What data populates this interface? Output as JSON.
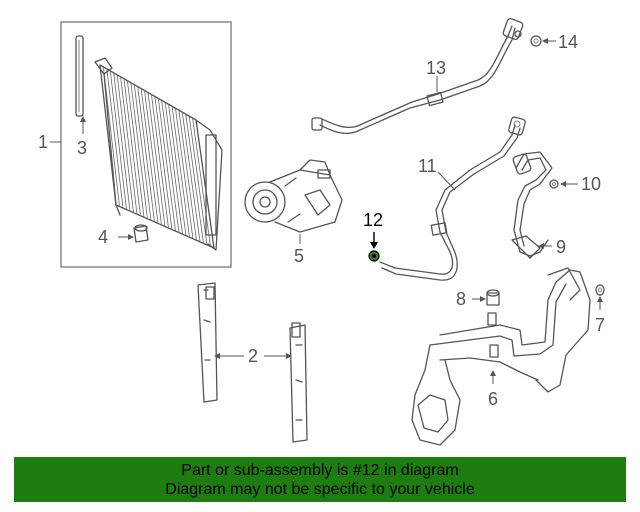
{
  "callouts": {
    "c1": "1",
    "c2": "2",
    "c3": "3",
    "c4": "4",
    "c5": "5",
    "c6": "6",
    "c7": "7",
    "c8": "8",
    "c9": "9",
    "c10": "10",
    "c11": "11",
    "c12": "12",
    "c13": "13",
    "c14": "14"
  },
  "highlighted_part": "12",
  "footer": {
    "line1": "Part or sub-assembly is #12 in diagram",
    "line2": "Diagram may not be specific to your vehicle"
  },
  "colors": {
    "footer_bg": "#1e7d10",
    "line_art": "#555555",
    "highlight": "#000000"
  }
}
